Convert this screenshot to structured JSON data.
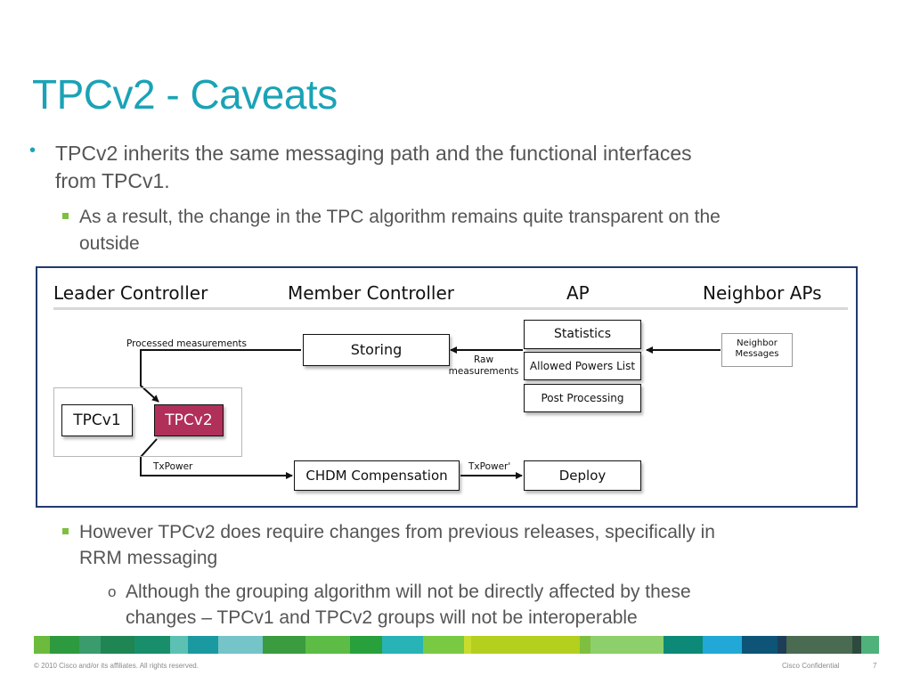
{
  "slide": {
    "title": "TPCv2 - Caveats",
    "bullets": {
      "b1_line1": "TPCv2 inherits the same messaging path and the functional interfaces",
      "b1_line2": "from TPCv1.",
      "b1_marker": "•",
      "b2_line1": "As a result, the change in the TPC algorithm remains quite transparent on the",
      "b2_line2": "outside",
      "b3_line1": "However TPCv2 does require changes from previous releases, specifically in",
      "b3_line2": "RRM messaging",
      "b4_marker": "o",
      "b4_line1": "Although the grouping algorithm will not be directly affected by these",
      "b4_line2": "changes – TPCv1 and TPCv2 groups will not be interoperable"
    }
  },
  "diagram": {
    "headers": {
      "leader": "Leader Controller",
      "member": "Member Controller",
      "ap": "AP",
      "neighbor": "Neighbor APs"
    },
    "boxes": {
      "storing": "Storing",
      "statistics": "Statistics",
      "allowed_powers": "Allowed Powers List",
      "post_processing": "Post Processing",
      "neighbor_messages": "Neighbor Messages",
      "tpcv1": "TPCv1",
      "tpcv2": "TPCv2",
      "chdm": "CHDM Compensation",
      "deploy": "Deploy"
    },
    "labels": {
      "processed": "Processed measurements",
      "raw": "Raw measurements",
      "txpower": "TxPower",
      "txpower_prime": "TxPower'"
    },
    "colors": {
      "frame": "#223a6b",
      "tpcv2_fill": "#b0305a",
      "group_border": "#b8b8b8"
    }
  },
  "footer": {
    "copyright": "© 2010 Cisco and/or its affiliates. All rights reserved.",
    "confidential": "Cisco Confidential",
    "page": "7"
  },
  "theme": {
    "title_color": "#1aa3b6",
    "bullet_square_color": "#7fbf3f"
  }
}
